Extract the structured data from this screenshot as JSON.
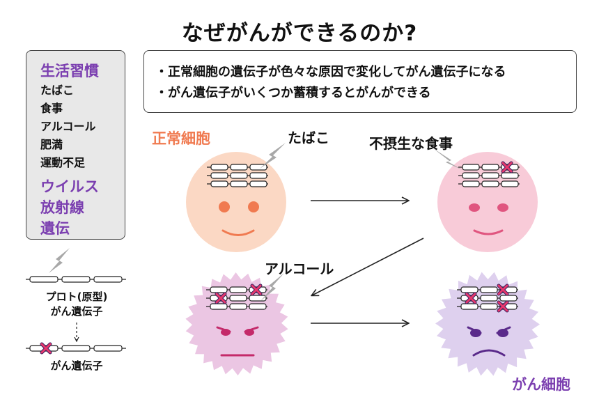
{
  "title": "なぜがんができるのか?",
  "factors": {
    "lifestyle_heading": "生活習慣",
    "lifestyle_items": [
      "たばこ",
      "食事",
      "アルコール",
      "肥満",
      "運動不足"
    ],
    "virus": "ウイルス",
    "radiation": "放射線",
    "heredity": "遺伝"
  },
  "notes": [
    "・正常細胞の遺伝子が色々な原因で変化してがん遺伝子になる",
    "・がん遺伝子がいくつか蓄積するとがんができる"
  ],
  "legend": {
    "proto_oncogene": "プロト(原型)",
    "proto_oncogene_2": "がん遺伝子",
    "oncogene": "がん遺伝子"
  },
  "diagram": {
    "normal_cell_label": "正常細胞",
    "cancer_cell_label": "がん細胞",
    "trigger_tobacco": "たばこ",
    "trigger_diet": "不摂生な食事",
    "trigger_alcohol": "アルコール"
  },
  "colors": {
    "purple_text": "#7b3fb0",
    "orange_text": "#f07a50",
    "normal_cell": "#fbd8c4",
    "stage2_cell": "#f8cbd8",
    "stage3_cell": "#ebc6e3",
    "cancer_cell": "#ded0ee",
    "mutation_mark": "#e8386c",
    "lightning": "#a8a8a8"
  },
  "icons": [
    "lightning-bolt-icon",
    "mutation-cross-icon",
    "arrow-right-icon",
    "arrow-down-left-icon",
    "dashed-arrow-down-icon"
  ]
}
